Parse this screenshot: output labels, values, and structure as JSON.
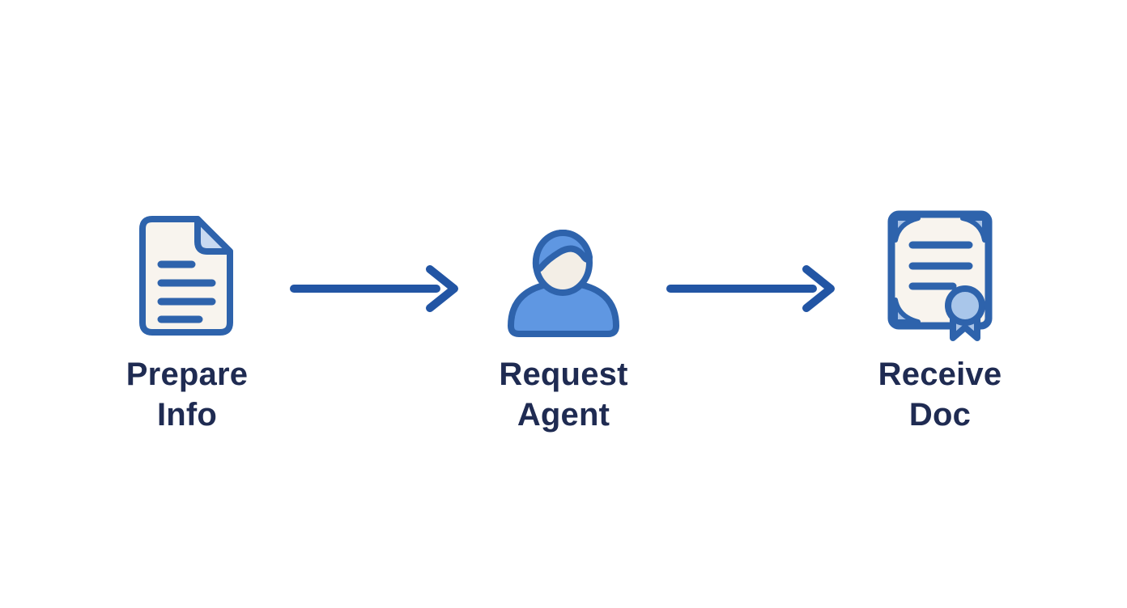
{
  "page": {
    "background": "#ffffff"
  },
  "colors": {
    "page_bg": "#ffffff",
    "outline": "#2e63ac",
    "arrow": "#2255a4",
    "paper": "#f8f4ee",
    "accent_blue": "#5f97e2",
    "face": "#f3eee6",
    "fold_blue": "#c8daf1",
    "corner_blue": "#a9c3e7",
    "seal_blue": "#a9c6ea",
    "label_text": "#1f2b52"
  },
  "steps": [
    {
      "icon": "document-icon",
      "label_line1": "Prepare",
      "label_line2": "Info"
    },
    {
      "icon": "person-icon",
      "label_line1": "Request",
      "label_line2": "Agent"
    },
    {
      "icon": "certificate-icon",
      "label_line1": "Receive",
      "label_line2": "Doc"
    }
  ],
  "arrows": [
    {
      "direction": "right"
    },
    {
      "direction": "right"
    }
  ]
}
